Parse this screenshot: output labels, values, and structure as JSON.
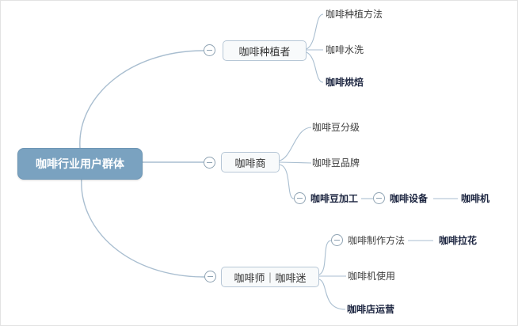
{
  "app": {
    "type": "mindmap-viewer"
  },
  "colors": {
    "root_fill": "#7aa2c0",
    "root_text": "#ffffff",
    "branch_fill": "#f8fafb",
    "branch_border": "#b7c7d6",
    "line": "#a9bed0",
    "leaf_text": "#3d3d3d",
    "leaf_bold_text": "#1c2540"
  },
  "icons": {
    "collapse": "minus-circle"
  },
  "root": {
    "label": "咖啡行业用户群体"
  },
  "branches": [
    {
      "label": "咖啡种植者",
      "children": [
        {
          "label": "咖啡种植方法",
          "emphasis": false
        },
        {
          "label": "咖啡水洗",
          "emphasis": false
        },
        {
          "label": "咖啡烘焙",
          "emphasis": true
        }
      ]
    },
    {
      "label": "咖啡商",
      "children": [
        {
          "label": "咖啡豆分级",
          "emphasis": false
        },
        {
          "label": "咖啡豆品牌",
          "emphasis": false
        },
        {
          "label": "咖啡豆加工",
          "emphasis": true,
          "children": [
            {
              "label": "咖啡设备",
              "emphasis": true,
              "children": [
                {
                  "label": "咖啡机",
                  "emphasis": true
                }
              ]
            }
          ]
        }
      ]
    },
    {
      "label": "咖啡师｜咖啡迷",
      "children": [
        {
          "label": "咖啡制作方法",
          "emphasis": false,
          "children": [
            {
              "label": "咖啡拉花",
              "emphasis": true
            }
          ]
        },
        {
          "label": "咖啡机使用",
          "emphasis": false
        },
        {
          "label": "咖啡店运营",
          "emphasis": true
        }
      ]
    }
  ]
}
